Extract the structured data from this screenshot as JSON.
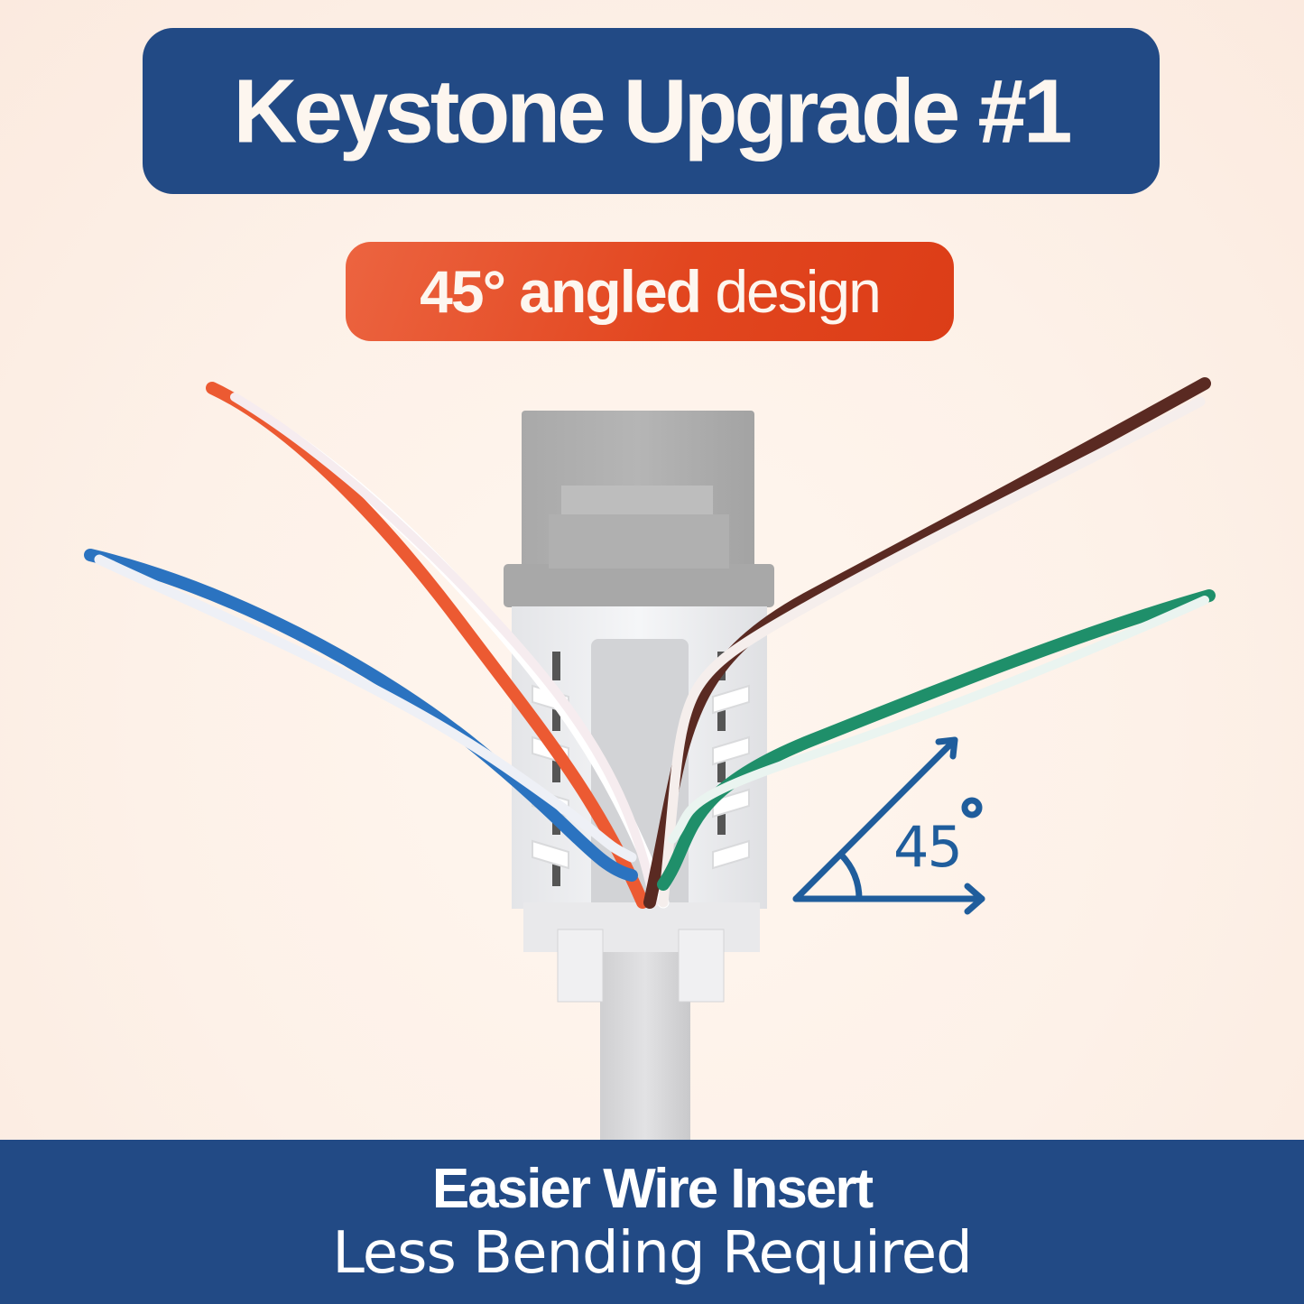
{
  "header": {
    "title": "Keystone Upgrade #1",
    "title_bg_color": "#224a85"
  },
  "subtitle": {
    "bold_part": "45° angled",
    "light_part": " design",
    "bg_color": "#e2461f"
  },
  "illustration": {
    "subject": "keystone-jack-with-twisted-pair-wires",
    "wire_pairs": [
      {
        "name": "orange-white-pair",
        "color": "#ec5a32"
      },
      {
        "name": "blue-white-pair",
        "color": "#2b73c0"
      },
      {
        "name": "brown-white-pair",
        "color": "#5a2a22"
      },
      {
        "name": "green-white-pair",
        "color": "#1f8f6a"
      }
    ],
    "angle_indicator": {
      "label": "45",
      "degree_symbol": "°",
      "color": "#1f5d9c"
    }
  },
  "footer": {
    "line1": "Easier Wire Insert",
    "line2": "Less Bending Required",
    "bg_color": "#224a85"
  }
}
